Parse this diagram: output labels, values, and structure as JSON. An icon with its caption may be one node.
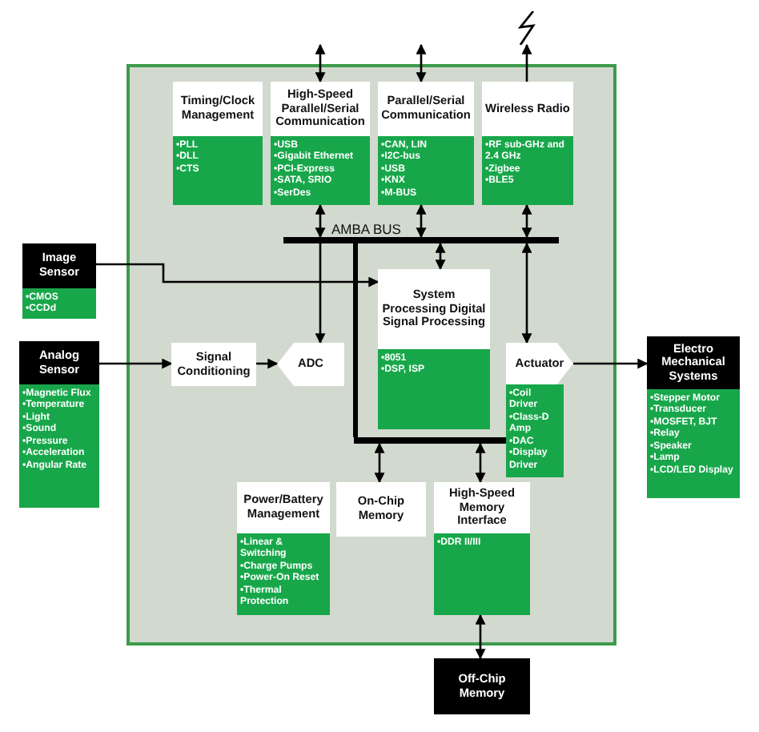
{
  "diagram": {
    "nodes": [
      {
        "text": [],
        "shape": "box"
      },
      {
        "text": [
          "Timing/Clock Management",
          "•PLL",
          "•DLL",
          "•CTS"
        ],
        "in": 0
      },
      {
        "text": [
          "High-Speed Parallel/Serial Communication",
          "•USB",
          "•Gigabit Ethernet",
          "•PCI-Express",
          "•SATA, SRIO",
          "•SerDes"
        ],
        "in": 0
      },
      {
        "text": [
          "Parallel/Serial Communication",
          "•CAN, LIN",
          "•I2C-bus",
          "•USB",
          "•KNX",
          "•M-BUS"
        ],
        "in": 0
      },
      {
        "text": [
          "Wireless Radio",
          "•RF sub-GHz and 2.4 GHz",
          "•Zigbee",
          "•BLE5"
        ],
        "in": 0
      },
      {
        "text": [],
        "shape": "lightning"
      },
      {
        "text": [],
        "shape": "bar",
        "beside": [
          "AMBA BUS"
        ],
        "in": 0
      },
      {
        "text": [
          "Image Sensor",
          "•CMOS",
          "•CCDd"
        ]
      },
      {
        "text": [
          "System Processing Digital Signal Processing",
          "•8051",
          "•DSP, ISP"
        ],
        "in": 0
      },
      {
        "text": [
          "Analog Sensor",
          "•Magnetic Flux",
          "•Temperature",
          "•Light",
          "•Sound",
          "•Pressure",
          "•Acceleration",
          "•Angular Rate"
        ]
      },
      {
        "text": [
          "Signal Conditioning"
        ],
        "in": 0
      },
      {
        "text": [
          "ADC"
        ],
        "in": 0
      },
      {
        "text": [
          "Actuator",
          "•Coil Driver",
          "•Class-D Amp",
          "•DAC",
          "•Display Driver"
        ],
        "in": 0
      },
      {
        "text": [
          "Electro Mechanical Systems",
          "•Stepper Motor",
          "•Transducer",
          "•MOSFET, BJT",
          "•Relay",
          "•Speaker",
          "•Lamp",
          "•LCD/LED Display"
        ]
      },
      {
        "text": [],
        "shape": "bar",
        "in": 0
      },
      {
        "text": [
          "Power/Battery Management",
          "•Linear & Switching",
          "•Charge Pumps",
          "•Power-On Reset",
          "•Thermal Protection"
        ],
        "in": 0
      },
      {
        "text": [
          "On-Chip Memory"
        ],
        "in": 0
      },
      {
        "text": [
          "High-Speed Memory Interface",
          "•DDR II/III"
        ],
        "in": 0
      },
      {
        "text": [
          "Off-Chip Memory"
        ]
      }
    ],
    "edges": [
      {
        "from": 2,
        "to": null,
        "arrow": "both"
      },
      {
        "from": 3,
        "to": null,
        "arrow": "both"
      },
      {
        "from": 4,
        "to": 5,
        "arrow": "to"
      },
      {
        "from": 2,
        "to": 6,
        "arrow": "both"
      },
      {
        "from": 3,
        "to": 6,
        "arrow": "both"
      },
      {
        "from": 4,
        "to": 6,
        "arrow": "both"
      },
      {
        "from": 6,
        "to": 11,
        "arrow": "to"
      },
      {
        "from": 6,
        "to": 8,
        "arrow": "both"
      },
      {
        "from": 6,
        "to": 12,
        "arrow": "both"
      },
      {
        "from": 7,
        "to": 8,
        "arrow": "to"
      },
      {
        "from": 9,
        "to": 10,
        "arrow": "to"
      },
      {
        "from": 10,
        "to": 11,
        "arrow": "to"
      },
      {
        "from": 12,
        "to": 13,
        "arrow": "to"
      },
      {
        "from": 6,
        "to": 14,
        "arrow": "none",
        "style": "thick"
      },
      {
        "from": 14,
        "to": 16,
        "arrow": "both"
      },
      {
        "from": 14,
        "to": 17,
        "arrow": "both"
      },
      {
        "from": 17,
        "to": 18,
        "arrow": "both"
      }
    ]
  }
}
